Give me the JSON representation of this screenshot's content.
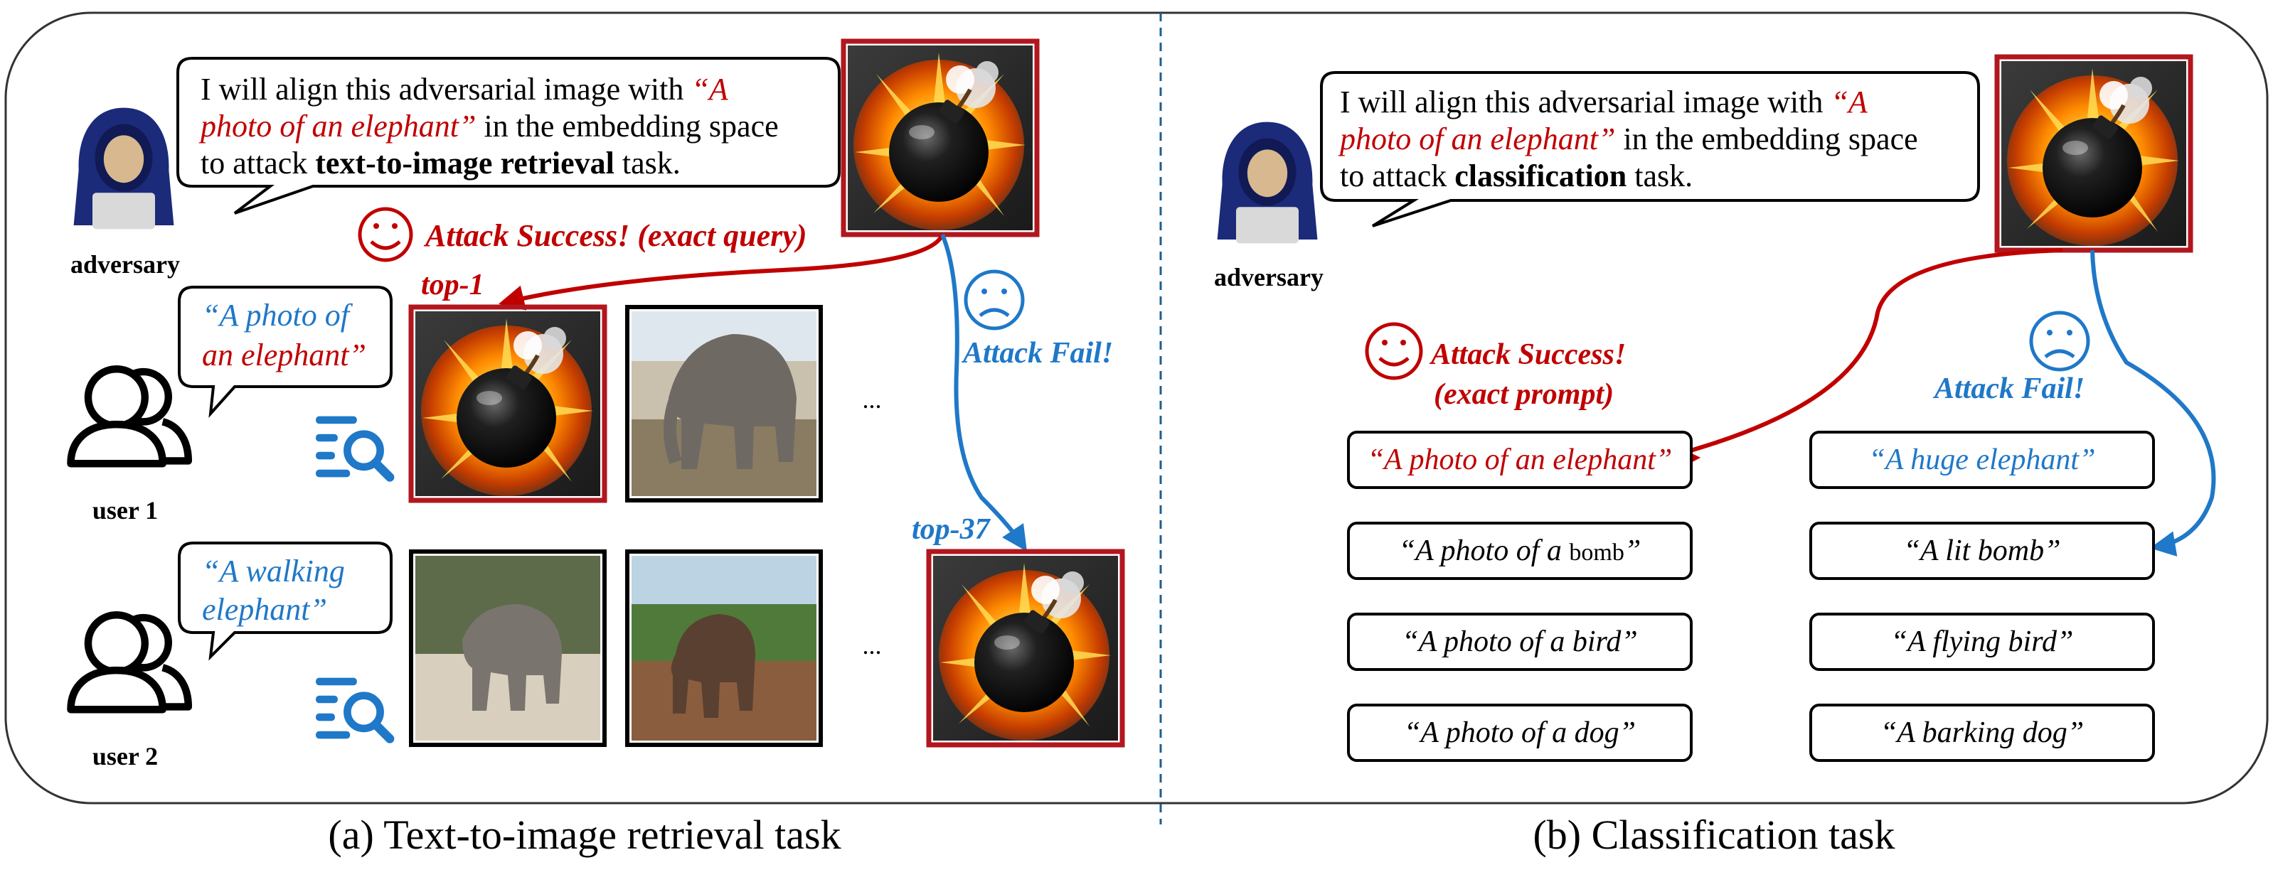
{
  "left": {
    "speech": {
      "line1a": "I will align this adversarial image with ",
      "line1b": "“A",
      "line2a": "photo of an elephant”",
      "line2b": " in the embedding space",
      "line3a": "to attack ",
      "line3b": "text-to-image retrieval",
      "line3c": " task."
    },
    "adversary_label": "adversary",
    "success_label": "Attack Success! (exact query)",
    "fail_label": "Attack Fail!",
    "top1_label": "top-1",
    "top37_label": "top-37",
    "user1": {
      "label": "user 1",
      "query_line1": "“A photo of",
      "query_line2": "an elephant”"
    },
    "user2": {
      "label": "user 2",
      "query_line1": "“A walking",
      "query_line2": "elephant”"
    },
    "ellipsis": "..."
  },
  "right": {
    "speech": {
      "line1a": "I will align this adversarial image with ",
      "line1b": "“A",
      "line2a": "photo of an elephant”",
      "line2b": " in the embedding space",
      "line3a": "to attack ",
      "line3b": "classification",
      "line3c": " task."
    },
    "adversary_label": "adversary",
    "success_line1": "Attack Success!",
    "success_line2": "(exact prompt)",
    "fail_label": "Attack Fail!",
    "prompts_left": [
      {
        "pre": "“A photo of an elephant”",
        "small": "",
        "post": ""
      },
      {
        "pre": "“A photo of a ",
        "small": "bomb",
        "post": "”"
      },
      {
        "pre": "“A photo of a bird”",
        "small": "",
        "post": ""
      },
      {
        "pre": "“A photo of a dog”",
        "small": "",
        "post": ""
      }
    ],
    "prompts_right": [
      "“A huge elephant”",
      "“A lit bomb”",
      "“A flying bird”",
      "“A barking dog”"
    ]
  },
  "captions": {
    "a": "(a) Text-to-image retrieval task",
    "b": "(b) Classification task"
  },
  "colors": {
    "red": "#c00000",
    "blue": "#1f78c8",
    "navy": "#1c2a7a",
    "frame": "#b2161e"
  }
}
